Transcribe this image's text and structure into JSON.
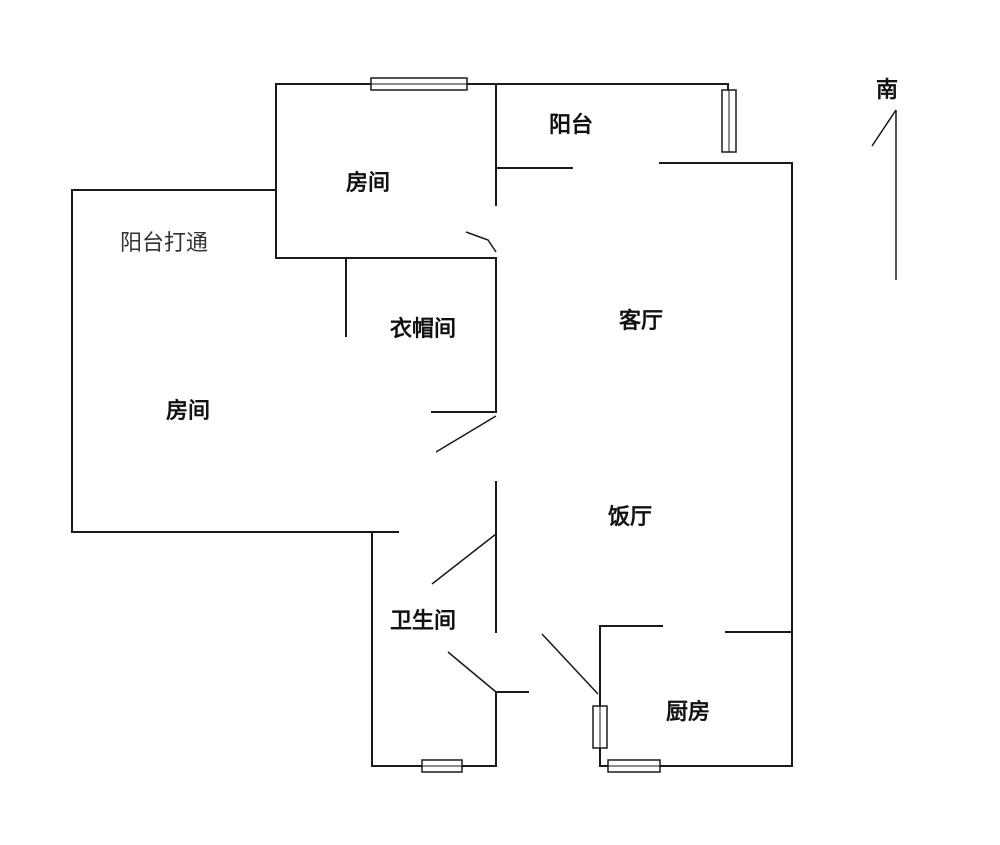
{
  "rooms": {
    "bedroom_top": "房间",
    "balcony": "阳台",
    "balcony_opened": "阳台打通",
    "closet": "衣帽间",
    "bedroom_left": "房间",
    "living_room": "客厅",
    "dining_room": "饭厅",
    "bathroom": "卫生间",
    "kitchen": "厨房"
  },
  "compass": {
    "label": "南"
  }
}
